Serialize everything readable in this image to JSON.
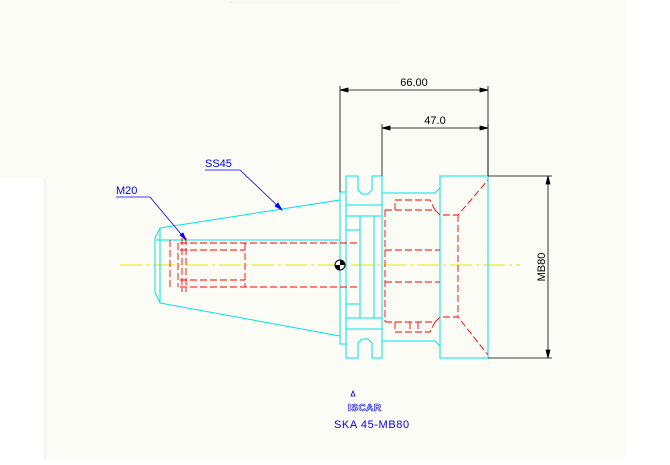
{
  "drawing": {
    "dimensions": {
      "total_length": "66.00",
      "body_length": "47.0",
      "diameter": "MB80"
    },
    "callouts": {
      "taper": "SS45",
      "thread": "M20"
    },
    "logo_text": "ISCAR",
    "part_name": "SKA 45-MB80"
  },
  "colors": {
    "paper": "#fafcf5",
    "outline": "#00e5e5",
    "hidden": "#ff0000",
    "centerline": "#e8e800",
    "dimension": "#000000",
    "callout": "#0000ff",
    "logo": "#0000ff"
  }
}
